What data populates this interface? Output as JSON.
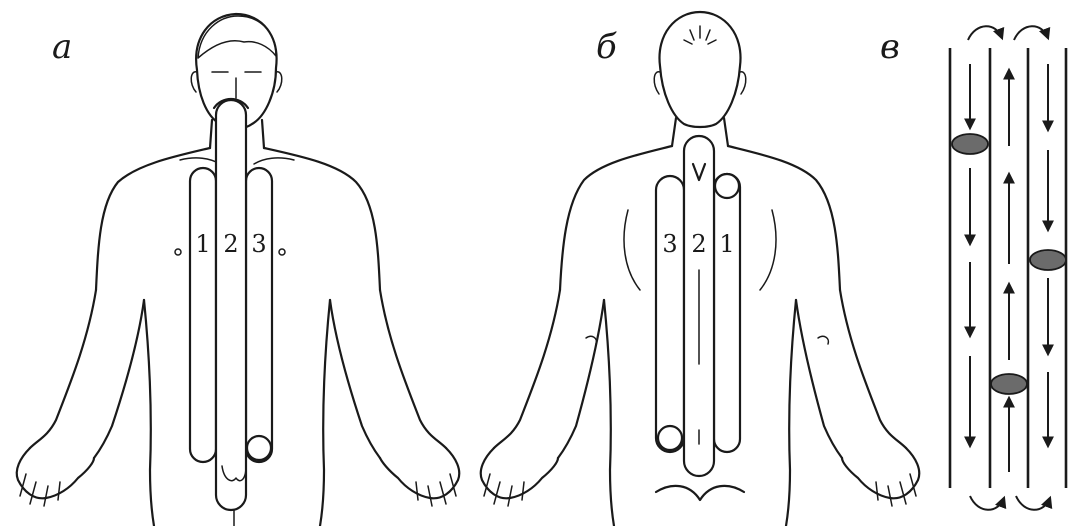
{
  "panels": {
    "a": {
      "letter": "а",
      "tubes": [
        "1",
        "2",
        "3"
      ]
    },
    "b": {
      "letter": "б",
      "tubes": [
        "3",
        "2",
        "1"
      ]
    },
    "c": {
      "letter": "в"
    }
  },
  "colors": {
    "ink": "#1a1a1a",
    "bolus": "#6b6b6b",
    "background": "#ffffff"
  }
}
